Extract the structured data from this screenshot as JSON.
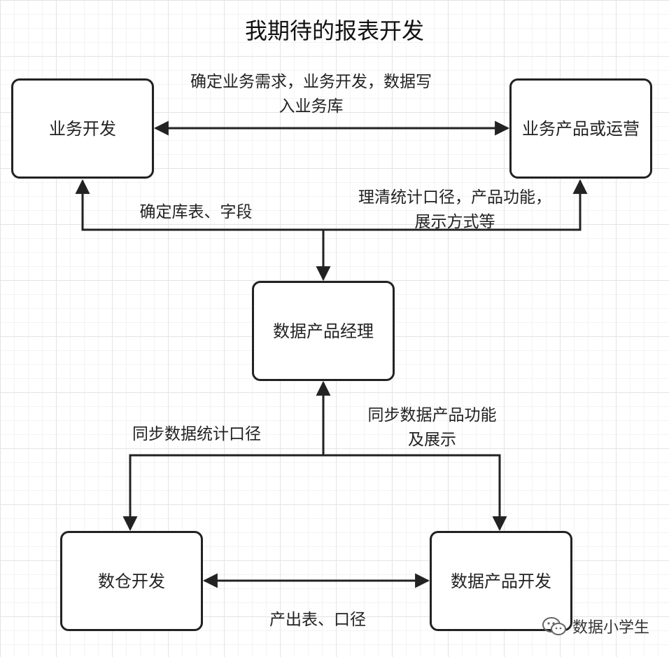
{
  "title": "我期待的报表开发",
  "nodes": {
    "biz_dev": "业务开发",
    "biz_ops": "业务产品或运营",
    "data_pm": "数据产品经理",
    "dw_dev": "数仓开发",
    "dp_dev": "数据产品开发"
  },
  "edge_labels": {
    "top": "确定业务需求，业务开发，数据写入业务库",
    "left_mid": "确定库表、字段",
    "right_mid": "理清统计口径，产品功能，展示方式等",
    "lower_left": "同步数据统计口径",
    "lower_right": "同步数据产品功能及展示",
    "bottom": "产出表、口径"
  },
  "watermark": "数据小学生",
  "colors": {
    "stroke": "#222222",
    "background": "#ffffff",
    "grid": "#e4e4e4"
  }
}
